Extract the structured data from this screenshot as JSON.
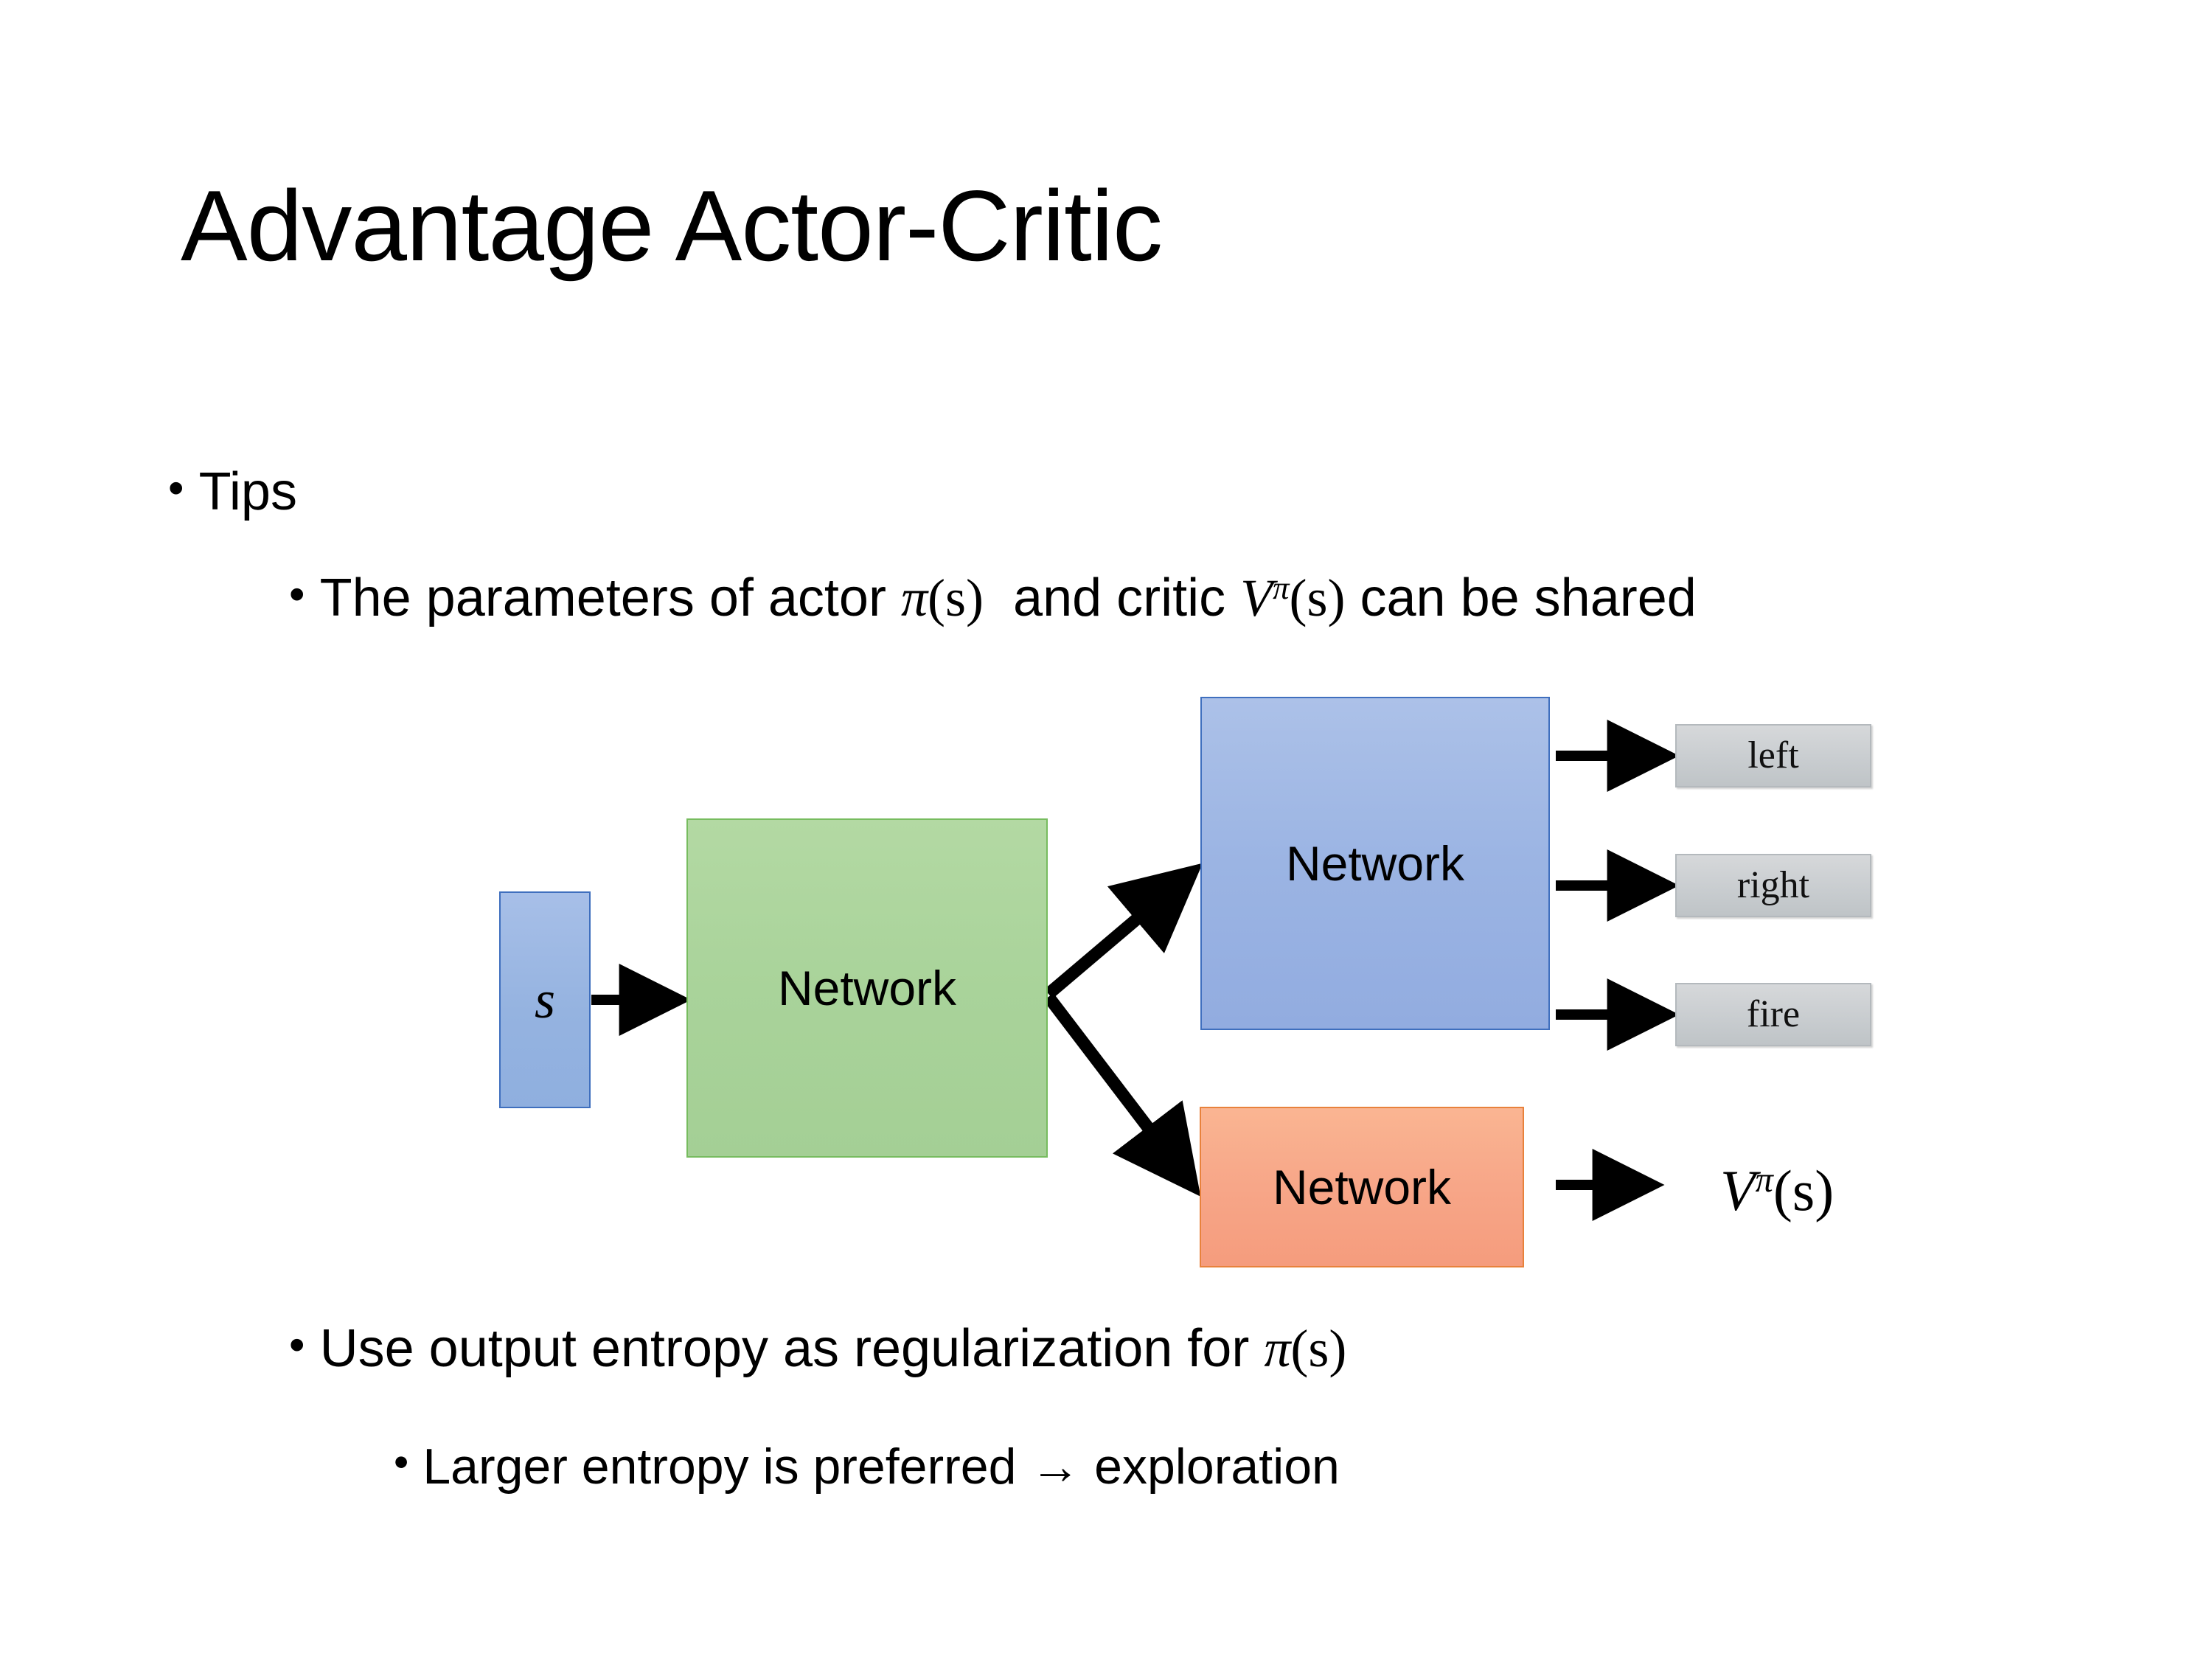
{
  "slide": {
    "title": "Advantage Actor-Critic",
    "background_color": "#ffffff"
  },
  "bullets": [
    {
      "level": 1,
      "marker": "•",
      "text": "Tips"
    },
    {
      "level": 2,
      "marker": "•",
      "text": "The parameters of actor π(s)  and critic Vπ(s) can be shared",
      "segments": [
        "The parameters of actor ",
        "π(s)",
        "  and critic ",
        "Vπ(s)",
        " can be shared"
      ]
    },
    {
      "level": 2,
      "marker": "•",
      "text": "Use output entropy as regularization for π(s)",
      "segments": [
        "Use output entropy as regularization for ",
        "π(s)"
      ]
    },
    {
      "level": 3,
      "marker": "•",
      "text": "Larger entropy is preferred → exploration"
    }
  ],
  "text_parts": {
    "tips": "Tips",
    "params_pre": "The parameters of actor ",
    "params_pi_var": "π",
    "params_pi_args": "(s)",
    "params_mid": "  and critic ",
    "params_v": "V",
    "params_v_sup": "π",
    "params_v_args": "(s)",
    "params_post": " can be shared",
    "entropy_pre": "Use output entropy as regularization for ",
    "entropy_pi_var": "π",
    "entropy_pi_args": "(s)",
    "larger": "Larger entropy is preferred → exploration"
  },
  "diagram": {
    "input_box": {
      "label": "s",
      "fill": "#95b3e0",
      "stroke": "#3f6fbe"
    },
    "shared_network": {
      "label": "Network",
      "fill": "#a9d39a",
      "stroke": "#77bc5f"
    },
    "actor_network": {
      "label": "Network",
      "fill": "#9bb4e3",
      "stroke": "#3f6fbe"
    },
    "critic_network": {
      "label": "Network",
      "fill": "#f7a688",
      "stroke": "#e8823c"
    },
    "actor_outputs": [
      {
        "label": "left",
        "fill": "#c9cdd0"
      },
      {
        "label": "right",
        "fill": "#c9cdd0"
      },
      {
        "label": "fire",
        "fill": "#c9cdd0"
      }
    ],
    "critic_output": {
      "symbol": "V",
      "superscript": "π",
      "argument": "(s)"
    },
    "arrows": [
      {
        "from": "input_box",
        "to": "shared_network"
      },
      {
        "from": "shared_network",
        "to": "actor_network"
      },
      {
        "from": "shared_network",
        "to": "critic_network"
      },
      {
        "from": "actor_network",
        "to": "left"
      },
      {
        "from": "actor_network",
        "to": "right"
      },
      {
        "from": "actor_network",
        "to": "fire"
      },
      {
        "from": "critic_network",
        "to": "critic_output"
      }
    ],
    "arrow_color": "#000000"
  }
}
